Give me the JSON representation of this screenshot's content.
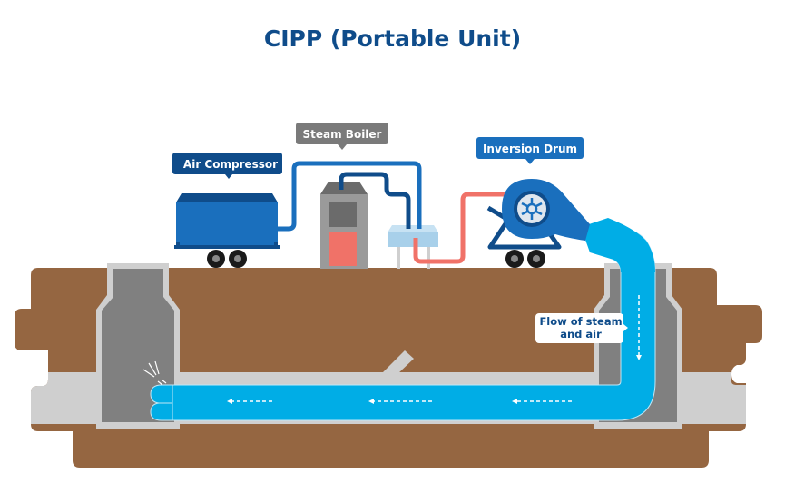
{
  "title": "CIPP (Portable Unit)",
  "labels": {
    "air_compressor": "Air Compressor",
    "steam_boiler": "Steam Boiler",
    "inversion_drum": "Inversion Drum",
    "flow_line1": "Flow of steam",
    "flow_line2": "and air"
  },
  "colors": {
    "title": "#0f4c8a",
    "soil": "#956641",
    "pipe_wall": "#cfcfcf",
    "manhole_interior": "#808080",
    "liner": "#00ade6",
    "equipment_blue": "#1a6fbd",
    "dark_blue": "#0f4c8a",
    "steam_line": "#f07268",
    "boiler_grey": "#9a9a9a",
    "label_grey": "#7a7a7a",
    "heat_exchanger": "#a8d0ea"
  }
}
